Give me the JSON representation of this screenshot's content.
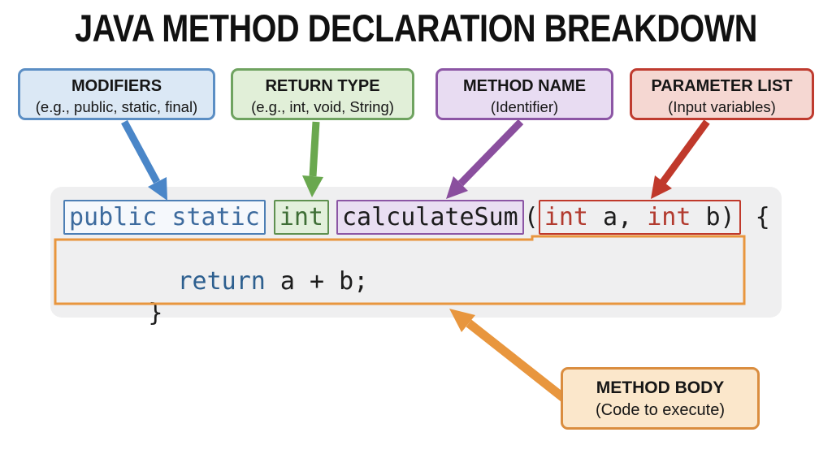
{
  "title": "JAVA METHOD DECLARATION BREAKDOWN",
  "labels": [
    {
      "title": "MODIFIERS",
      "subtitle": "(e.g., public, static, final)"
    },
    {
      "title": "RETURN TYPE",
      "subtitle": "(e.g., int, void, String)"
    },
    {
      "title": "METHOD NAME",
      "subtitle": "(Identifier)"
    },
    {
      "title": "PARAMETER LIST",
      "subtitle": "(Input variables)"
    }
  ],
  "method_body_label": {
    "title": "METHOD BODY",
    "subtitle": "(Code to execute)"
  },
  "code": {
    "line1": {
      "modifiers": "public static",
      "return_type": "int",
      "method_name": "calculateSum",
      "open_paren": "(",
      "param_type_a": "int",
      "param_a": " a, ",
      "param_type_b": "int",
      "param_b": " b)",
      "open_brace": " {"
    },
    "line2": {
      "indent": "  ",
      "keyword": "return",
      "expression": " a + b;"
    },
    "line3": {
      "close_brace": "}"
    }
  },
  "palette": {
    "modifiers_accent": "#4a86c8",
    "modifiers_fill": "#dbe8f5",
    "return_type_accent": "#6aa84f",
    "return_type_fill": "#e1efd8",
    "method_name_accent": "#8a4f9e",
    "method_name_fill": "#e8dcf2",
    "parameter_list_accent": "#c0392b",
    "parameter_list_fill": "#f5d7d2",
    "method_body_accent": "#e8963e",
    "method_body_fill": "#fbe7cb",
    "code_panel_bg": "#efeff0",
    "keyword_blue": "#3d6b9e",
    "keyword_green": "#3e6e35",
    "keyword_red": "#b23a2e",
    "keyword_return": "#2d5f8f"
  }
}
